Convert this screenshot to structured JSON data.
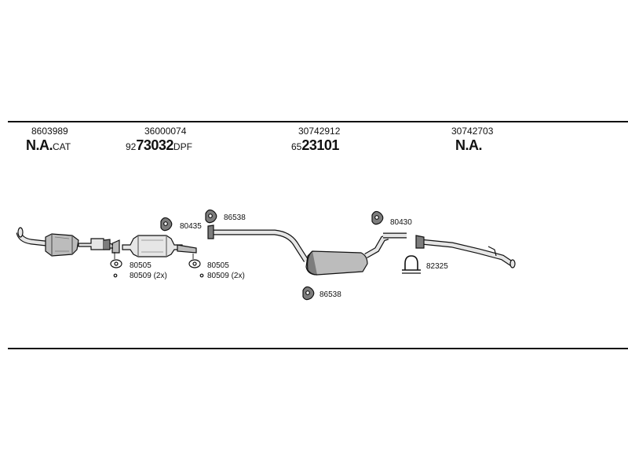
{
  "header_groups": [
    {
      "ref": "8603989",
      "main": "N.A.",
      "suffix": "CAT",
      "prefix": ""
    },
    {
      "ref": "36000074",
      "prefix": "92",
      "main": "73032",
      "suffix": "DPF"
    },
    {
      "ref": "30742912",
      "prefix": "65",
      "main": "23101",
      "suffix": ""
    },
    {
      "ref": "30742703",
      "prefix": "",
      "main": "N.A.",
      "suffix": ""
    }
  ],
  "part_labels": {
    "p80435": "80435",
    "p86538_top": "86538",
    "p80430": "80430",
    "p82325": "82325",
    "p86538_bottom": "86538",
    "g1_80505": "80505",
    "g1_80509": "80509 (2x)",
    "g2_80505": "80505",
    "g2_80509": "80509 (2x)"
  },
  "colors": {
    "line": "#111111",
    "fill_light": "#e6e6e6",
    "fill_mid": "#bcbcbc",
    "fill_dark": "#7d7d7d"
  }
}
